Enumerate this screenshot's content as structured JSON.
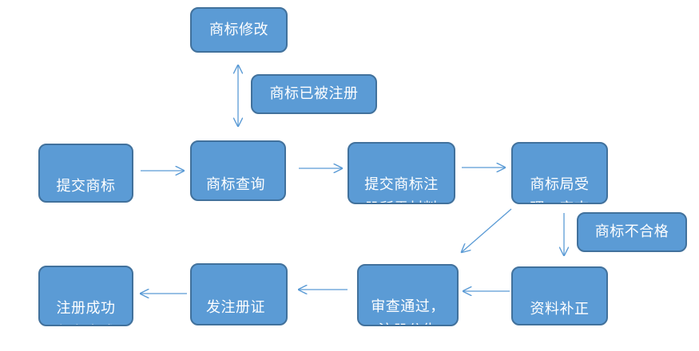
{
  "diagram": {
    "nodes": {
      "modify_trademark": "商标修改",
      "trademark_registered": "商标已被注册",
      "submit_request": "提交商标\n注册需求",
      "trademark_search": "商标查询",
      "submit_materials": "提交商标注\n册所需材料",
      "office_accepts": "商标局受\n理、审查",
      "not_qualified": "商标不合格",
      "supplement_docs": "资料补正",
      "review_passed": "审查通过，\n注册公告",
      "issue_certificate": "发注册证",
      "registration_done": "注册成功\n任务完成"
    },
    "colors": {
      "node_fill": "#5b9bd5",
      "node_border": "#41719c",
      "node_text": "#ffffff",
      "arrow": "#5b9bd5"
    }
  }
}
